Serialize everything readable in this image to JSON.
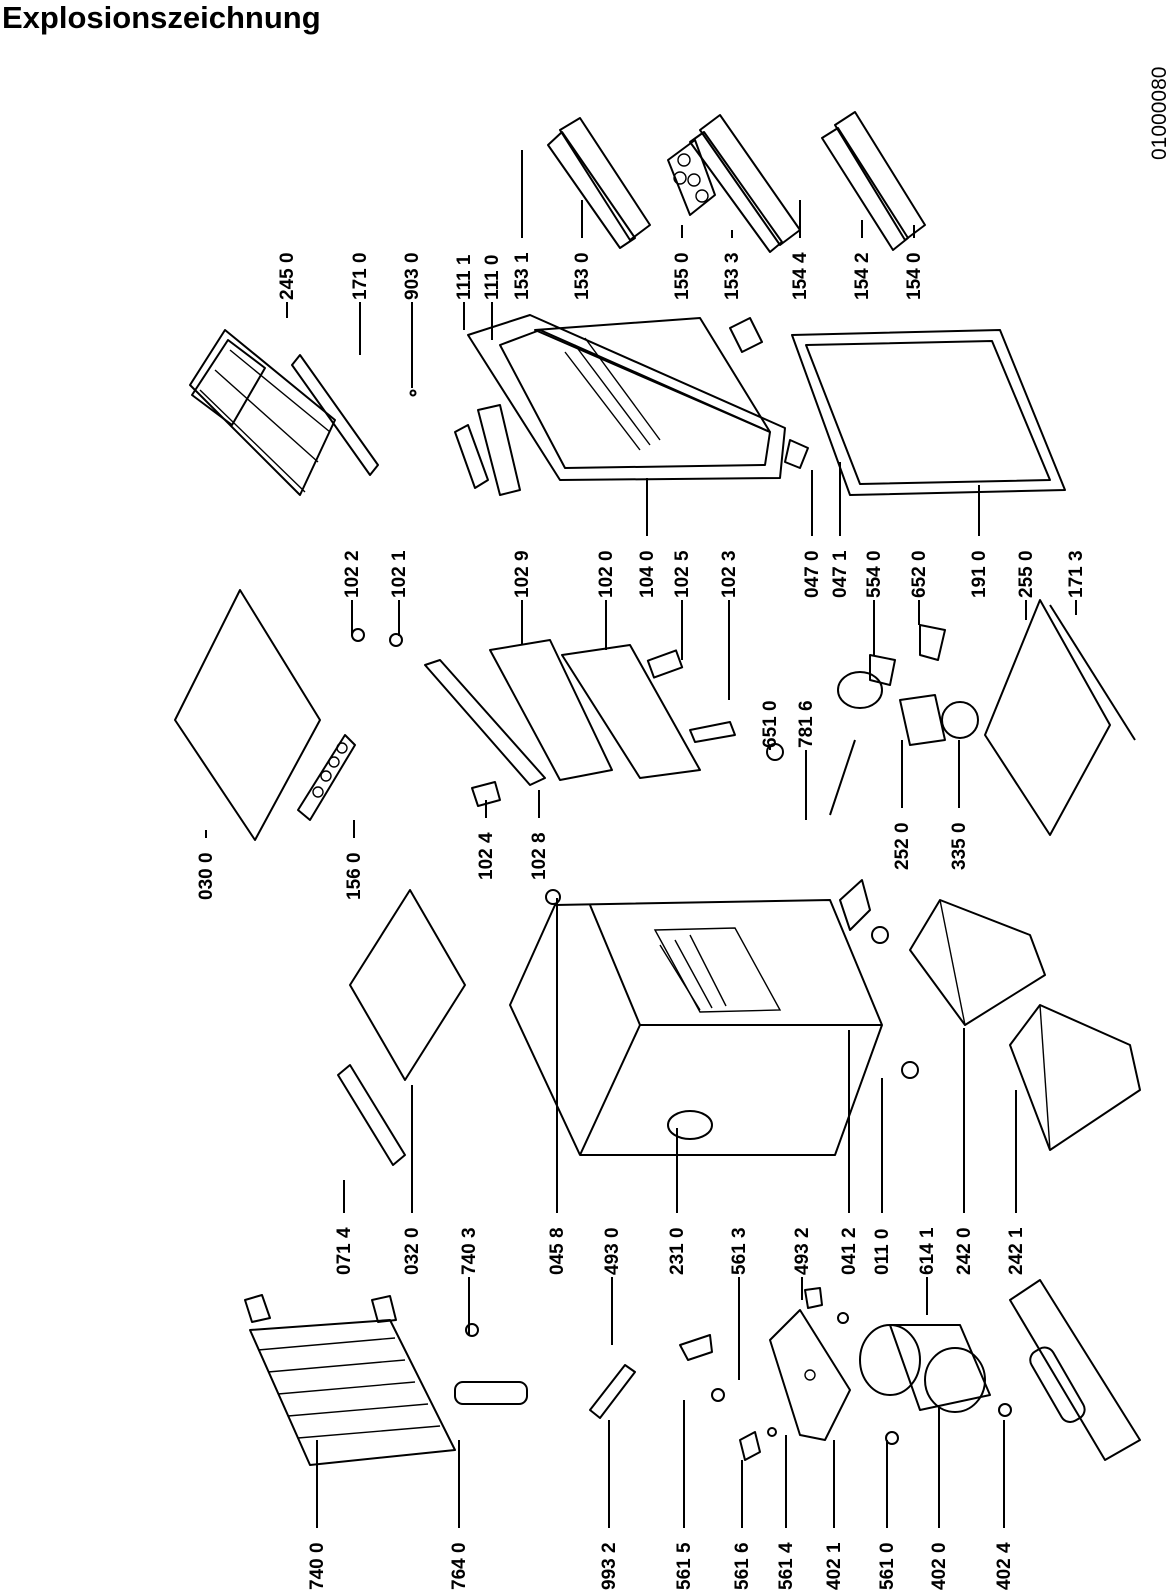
{
  "title": "Explosionszeichnung",
  "document_id": "01000080",
  "part_labels": [
    "245 0",
    "171 0",
    "903 0",
    "111 1",
    "111 0",
    "153 1",
    "153 0",
    "155 0",
    "153 3",
    "154 4",
    "154 2",
    "154 0",
    "030 0",
    "156 0",
    "102 4",
    "102 8",
    "102 2",
    "102 1",
    "102 9",
    "102 0",
    "104 0",
    "102 5",
    "102 3",
    "047 0",
    "047 1",
    "554 0",
    "652 0",
    "191 0",
    "255 0",
    "171 3",
    "651 0",
    "781 6",
    "252 0",
    "335 0",
    "740 0",
    "764 0",
    "993 2",
    "561 5",
    "561 6",
    "561 4",
    "402 1",
    "561 0",
    "402 0",
    "402 4",
    "071 4",
    "032 0",
    "740 3",
    "045 8",
    "493 0",
    "231 0",
    "561 3",
    "493 2",
    "041 2",
    "011 0",
    "614 1",
    "242 0",
    "242 1"
  ]
}
